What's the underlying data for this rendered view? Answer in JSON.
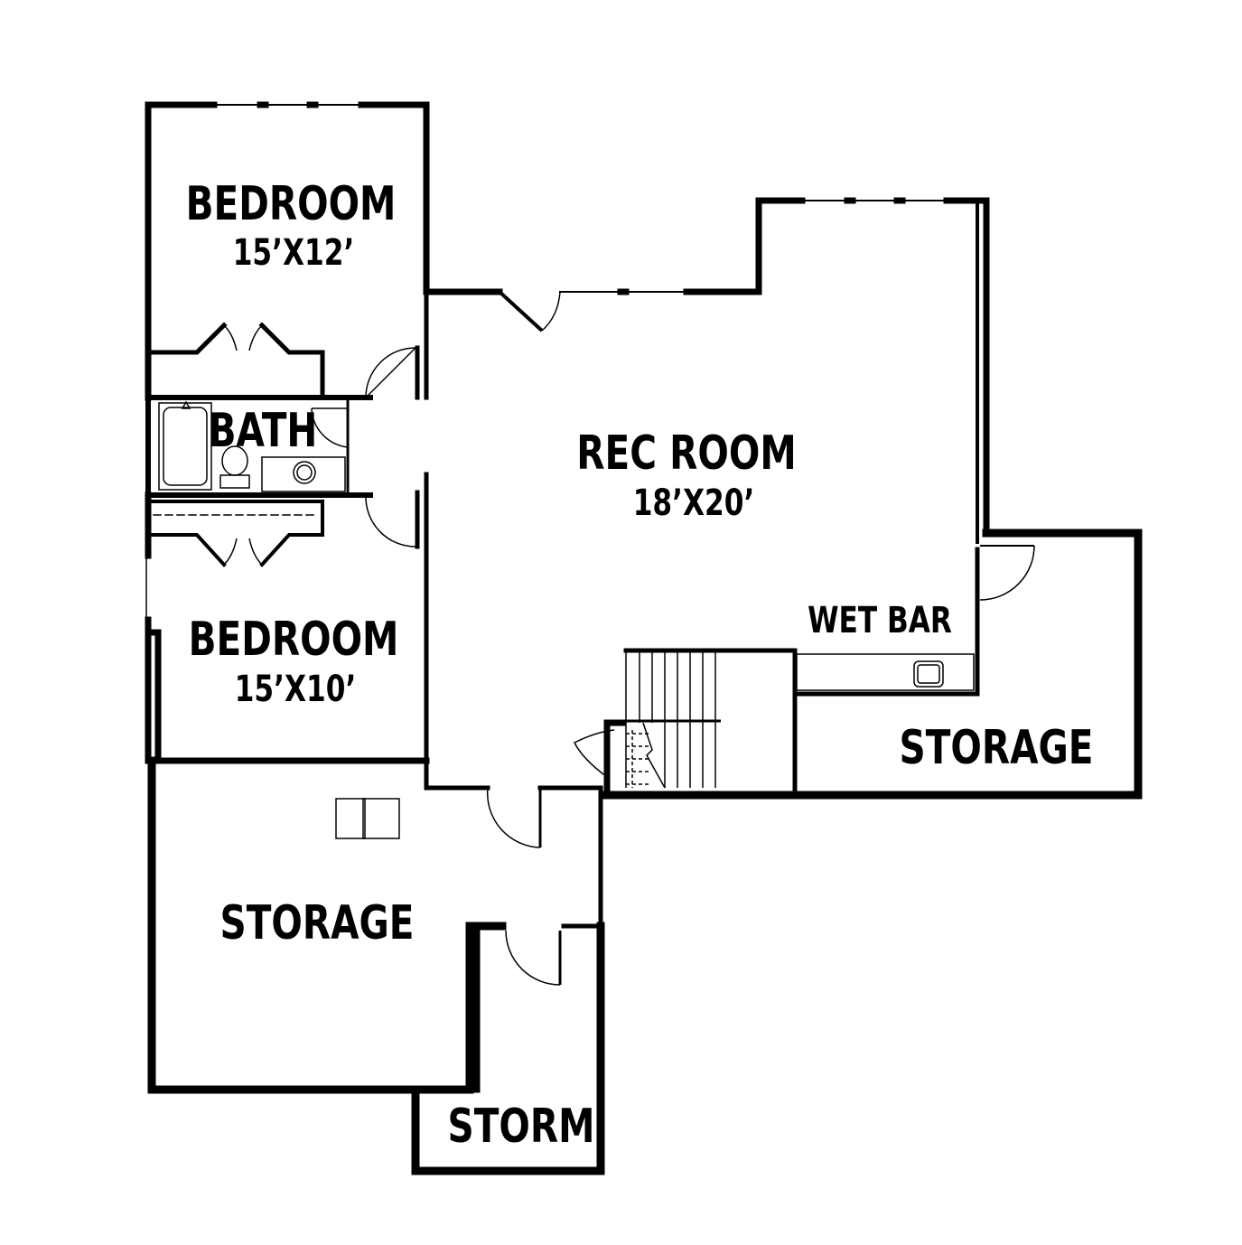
{
  "rooms": {
    "bedroom_1": {
      "name": "BEDROOM",
      "dims": "15’X12’"
    },
    "bath": {
      "name": "BATH"
    },
    "rec_room": {
      "name": "REC ROOM",
      "dims": "18’X20’"
    },
    "bedroom_2": {
      "name": "BEDROOM",
      "dims": "15’X10’"
    },
    "wet_bar": {
      "name": "WET BAR"
    },
    "storage_east": {
      "name": "STORAGE"
    },
    "storage_south": {
      "name": "STORAGE"
    },
    "storm": {
      "name": "STORM"
    }
  },
  "colors": {
    "wall": "#000000",
    "background": "#ffffff"
  }
}
